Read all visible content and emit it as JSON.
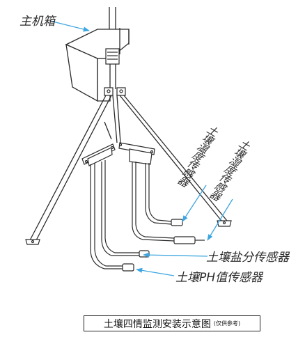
{
  "labels": {
    "host_box": "主机箱",
    "soil_temp": "土壤温度传感器",
    "soil_moisture": "土壤湿度传感器",
    "soil_salt": "土壤盐分传感器",
    "soil_ph": "土壤PH值传感器"
  },
  "caption": {
    "title": "土壤四情监测安装示意图",
    "note": "(仅供参考)"
  },
  "colors": {
    "line": "#2a2a2a",
    "arrow": "#3da6e0",
    "background": "#ffffff"
  }
}
